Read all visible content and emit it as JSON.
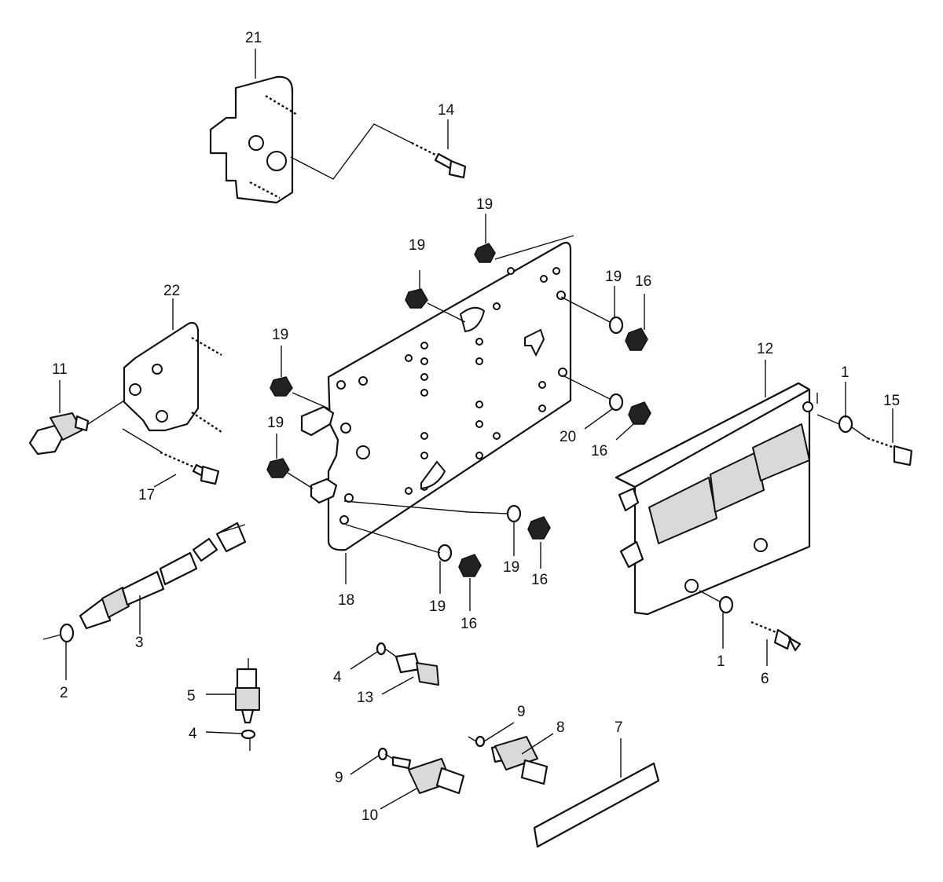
{
  "callouts": {
    "c1a": "1",
    "c1b": "1",
    "c2": "2",
    "c3": "3",
    "c4a": "4",
    "c4b": "4",
    "c5": "5",
    "c6": "6",
    "c7": "7",
    "c8": "8",
    "c9a": "9",
    "c9b": "9",
    "c10": "10",
    "c11": "11",
    "c12": "12",
    "c13": "13",
    "c14": "14",
    "c15": "15",
    "c16a": "16",
    "c16b": "16",
    "c16c": "16",
    "c16d": "16",
    "c17": "17",
    "c18": "18",
    "c19a": "19",
    "c19b": "19",
    "c19c": "19",
    "c19d": "19",
    "c19e": "19",
    "c19f": "19",
    "c20": "20",
    "c21": "21",
    "c22": "22"
  }
}
